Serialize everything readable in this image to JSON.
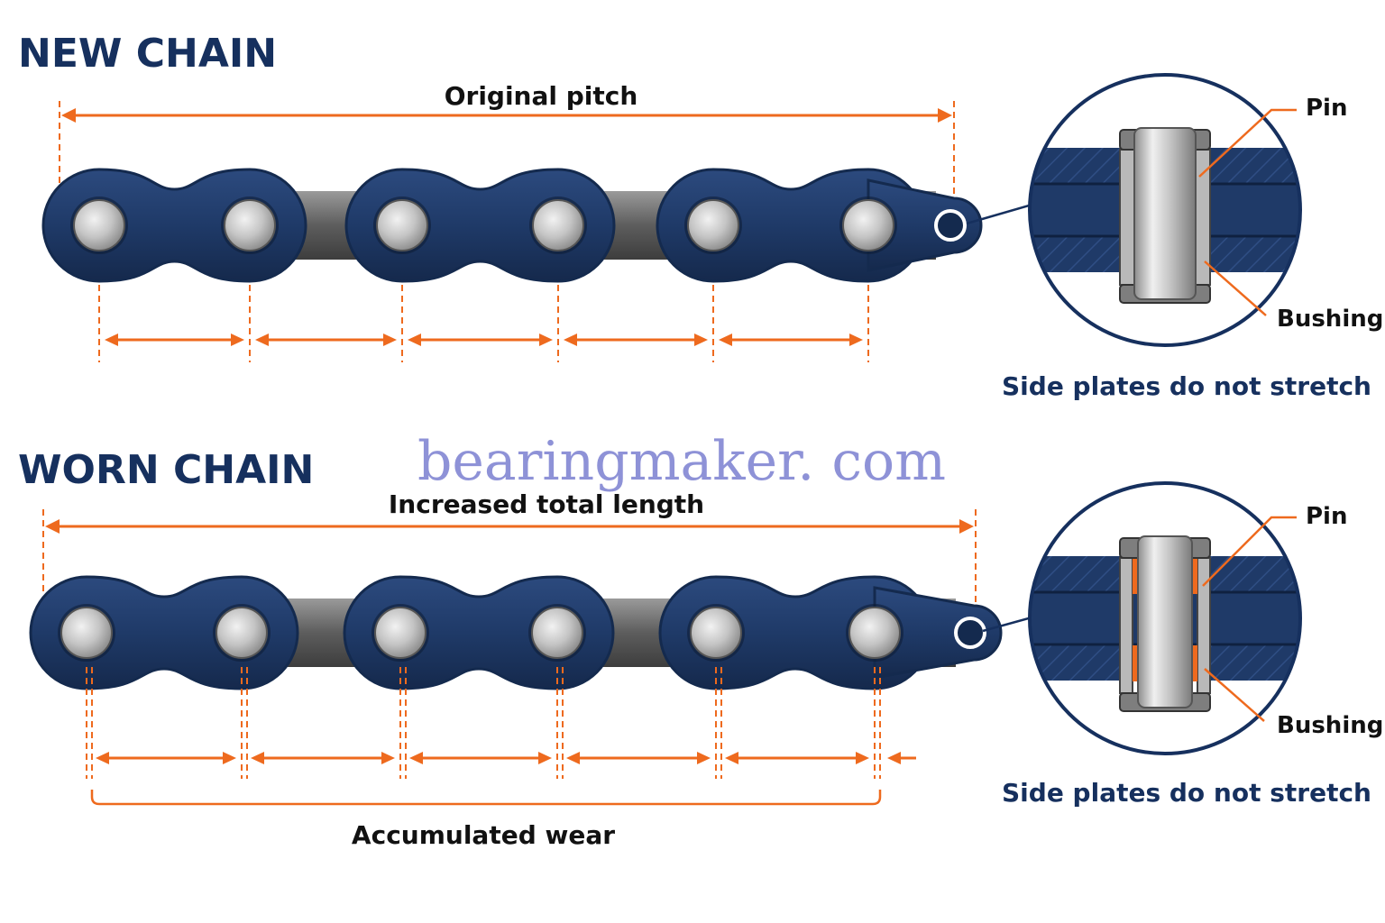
{
  "new_chain": {
    "title": "NEW CHAIN",
    "total_label": "Original pitch",
    "detail": {
      "pin_label": "Pin",
      "bushing_label": "Bushing",
      "caption": "Side plates do not stretch"
    }
  },
  "worn_chain": {
    "title": "WORN CHAIN",
    "total_label": "Increased total length",
    "wear_label": "Accumulated wear",
    "detail": {
      "pin_label": "Pin",
      "bushing_label": "Bushing",
      "caption": "Side plates do not stretch"
    }
  },
  "watermark": "bearingmaker. com",
  "colors": {
    "plate": "#1f3a68",
    "plate_dark": "#142a4e",
    "pin": "#c9c9c9",
    "annotation": "#ee6a1e",
    "title": "#16305e"
  }
}
